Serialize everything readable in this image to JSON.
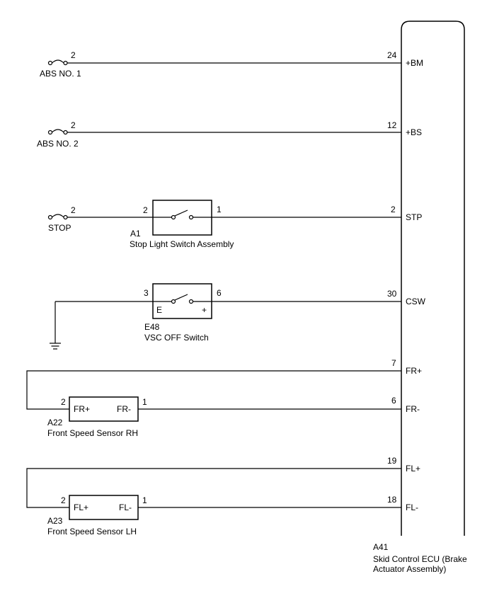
{
  "ecu": {
    "code": "A41",
    "name_line1": "Skid Control ECU (Brake",
    "name_line2": "Actuator Assembly)"
  },
  "fuses": [
    {
      "name": "ABS NO. 1",
      "pin": "2",
      "ecu_pin": "24",
      "terminal": "+BM"
    },
    {
      "name": "ABS NO. 2",
      "pin": "2",
      "ecu_pin": "12",
      "terminal": "+BS"
    },
    {
      "name": "STOP",
      "pin": "2"
    }
  ],
  "stop_switch": {
    "code": "A1",
    "name": "Stop Light Switch Assembly",
    "pin_in": "2",
    "pin_out": "1",
    "ecu_pin": "2",
    "terminal": "STP"
  },
  "vsc_switch": {
    "code": "E48",
    "name": "VSC OFF Switch",
    "pin_in": "3",
    "pin_out": "6",
    "inner_left": "E",
    "inner_right": "+",
    "ecu_pin": "30",
    "terminal": "CSW"
  },
  "sensor_rh": {
    "code": "A22",
    "name": "Front Speed Sensor RH",
    "pin_left": "2",
    "pin_right": "1",
    "inner_left": "FR+",
    "inner_right": "FR-",
    "ecu_pin_plus": "7",
    "terminal_plus": "FR+",
    "ecu_pin_minus": "6",
    "terminal_minus": "FR-"
  },
  "sensor_lh": {
    "code": "A23",
    "name": "Front Speed Sensor LH",
    "pin_left": "2",
    "pin_right": "1",
    "inner_left": "FL+",
    "inner_right": "FL-",
    "ecu_pin_plus": "19",
    "terminal_plus": "FL+",
    "ecu_pin_minus": "18",
    "terminal_minus": "FL-"
  }
}
